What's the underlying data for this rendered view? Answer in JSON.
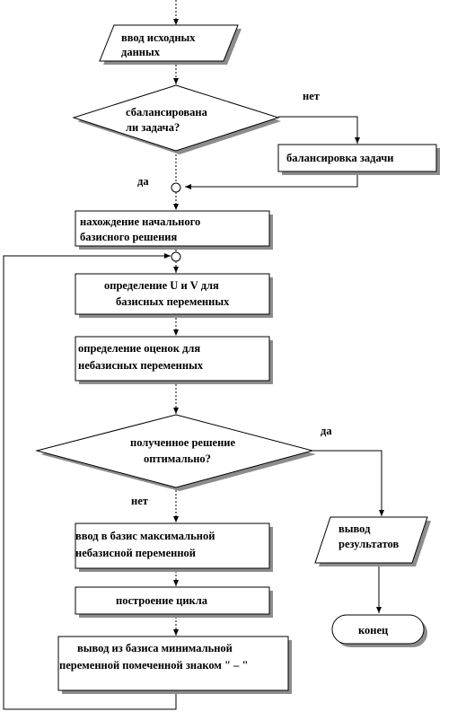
{
  "flowchart": {
    "input": [
      "ввод исходных",
      "данных"
    ],
    "check_balanced": [
      "сбалансирована",
      "ли задача?"
    ],
    "label_no_1": "нет",
    "balance_task": "балансировка задачи",
    "label_yes_1": "да",
    "initial_solution": [
      "нахождение начального",
      "базисного решения"
    ],
    "determine_uv": [
      "определение U  и V для",
      "базисных переменных"
    ],
    "estimates": [
      "определение оценок для",
      "небазисных переменных"
    ],
    "check_optimal": [
      "полученное решение",
      "оптимально?"
    ],
    "label_yes_2": "да",
    "label_no_2": "нет",
    "enter_basis": [
      "ввод в базис максимальной",
      "небазисной переменной"
    ],
    "build_cycle": "построение цикла",
    "exit_basis": [
      "вывод из базиса минимальной",
      "переменной помеченной знаком \" – \""
    ],
    "output": [
      "вывод",
      "результатов"
    ],
    "end": "конец"
  }
}
